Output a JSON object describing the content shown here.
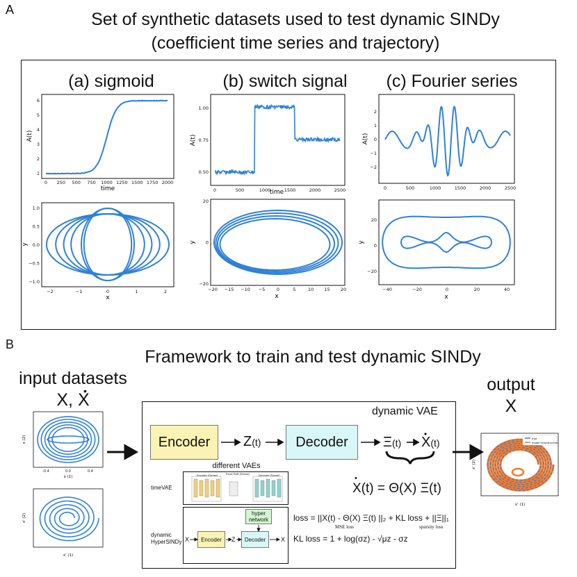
{
  "panel_a": {
    "letter": "A",
    "title_line1": "Set of synthetic datasets used to test dynamic SINDy",
    "title_line2": "(coefficient time series and trajectory)",
    "subplots": [
      {
        "title": "(a) sigmoid",
        "ts": {
          "xlabel": "time",
          "ylabel": "A(t)",
          "xticks": [
            "0",
            "250",
            "500",
            "750",
            "1000",
            "1250",
            "1500",
            "1750",
            "2000"
          ],
          "yticks": [
            "1",
            "2",
            "3",
            "4",
            "5",
            "6"
          ]
        },
        "traj": {
          "xlabel": "x",
          "ylabel": "y",
          "xticks": [
            "−2",
            "−1",
            "0",
            "1",
            "2"
          ],
          "yticks": [
            "−1.0",
            "−0.5",
            "0.0",
            "0.5",
            "1.0"
          ]
        }
      },
      {
        "title": "(b) switch signal",
        "ts": {
          "xlabel": "time",
          "ylabel": "A(t)",
          "xticks": [
            "0",
            "500",
            "1000",
            "1500",
            "2000",
            "2500"
          ],
          "yticks": [
            "0.50",
            "0.75",
            "1.00"
          ]
        },
        "traj": {
          "xlabel": "x",
          "ylabel": "y",
          "xticks": [
            "−20",
            "−15",
            "−10",
            "−5",
            "0",
            "5",
            "10",
            "15",
            "20"
          ],
          "yticks": [
            "−20",
            "0",
            "20"
          ]
        }
      },
      {
        "title": "(c) Fourier series",
        "ts": {
          "xlabel": "",
          "ylabel": "A(t)",
          "xticks": [
            "0",
            "500",
            "1000",
            "1500",
            "2000",
            "2500"
          ],
          "yticks": [
            "−2",
            "−1",
            "0",
            "1",
            "2"
          ]
        },
        "traj": {
          "xlabel": "x",
          "ylabel": "y",
          "xticks": [
            "−40",
            "−20",
            "0",
            "20",
            "40"
          ],
          "yticks": [
            "−20",
            "0",
            "20"
          ]
        }
      }
    ],
    "series_color": "#2f80d8"
  },
  "panel_b": {
    "letter": "B",
    "title": "Framework to train and test dynamic SINDy",
    "input_title": "input datasets",
    "input_symbols": "X, X",
    "input_plot1": {
      "xlabel": "x (1)",
      "ylabel": "x (2)",
      "xticks": [
        "-0.4",
        "0.0",
        "0.4"
      ]
    },
    "input_plot2": {
      "xlabel": "x' (1)",
      "ylabel": "x' (2)"
    },
    "output_title": "output",
    "output_symbol": "X",
    "output_plot": {
      "xlabel": "x' (1)",
      "ylabel": "x' (2)",
      "legend": [
        "true",
        "model reconstruction"
      ],
      "true_color": "#3b78d6",
      "model_color": "#f07a2a"
    },
    "framework_label": "dynamic VAE",
    "encoder": "Encoder",
    "decoder": "Decoder",
    "z": "Z",
    "t": "(t)",
    "xi": "Ξ",
    "xdot": "X",
    "different_vaes": "different VAEs",
    "timevae": "timeVAE",
    "timevae_enc": "Encoder (Dense)",
    "timevae_mid": "Trend Shift (Dense)",
    "timevae_dec": "Decoder (Dense)",
    "dyn_hyper_1": "dynamic",
    "dyn_hyper_2": "HyperSINDy",
    "hyper_network_1": "hyper",
    "hyper_network_2": "network",
    "small_encoder": "Encoder",
    "small_decoder": "Decoder",
    "small_x": "X",
    "small_z": "Z",
    "eq_main": "X(t) = Θ(X) Ξ(t)",
    "loss_eq": "loss = ||X(t) - Θ(X) Ξ(t) ||₂ + KL loss + ||Ξ||₁",
    "mse_label": "MSE loss",
    "sparsity_label": "sparsity loss",
    "kl_eq": "KL loss = 1 + log(σz) - √μz - σz",
    "encoder_color": "#fbf3b4",
    "decoder_color": "#d9f7f6"
  }
}
